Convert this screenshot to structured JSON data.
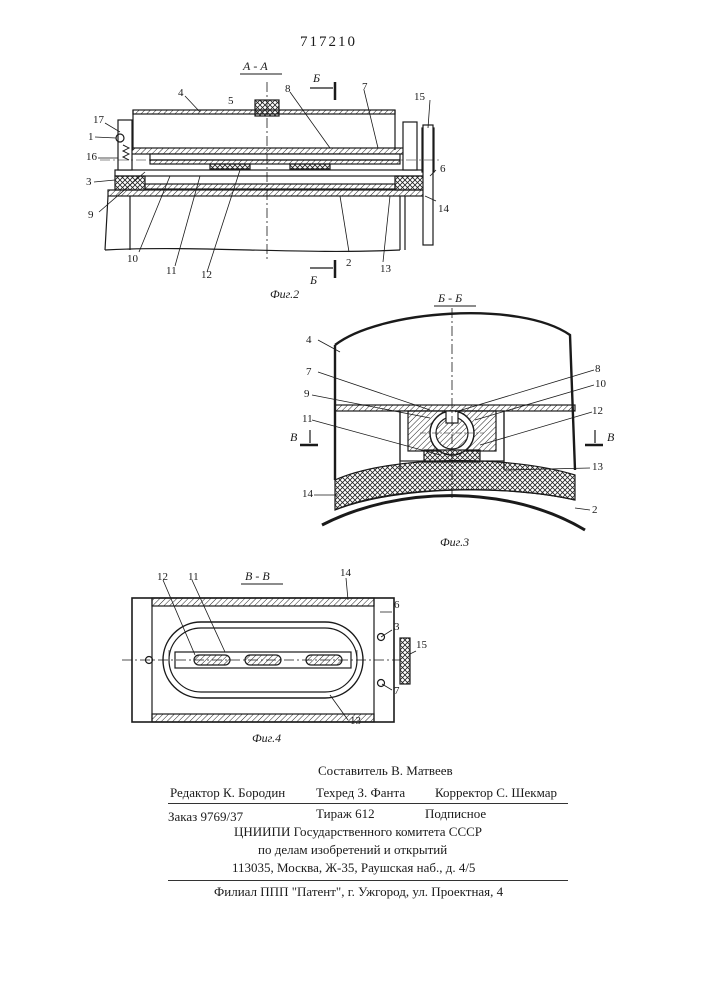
{
  "patent_number": "717210",
  "figures": {
    "fig2": {
      "caption": "Фиг.2",
      "section_label": "А - А",
      "cut_label_top": "Б",
      "cut_label_bottom": "Б",
      "labels": [
        "4",
        "5",
        "8",
        "7",
        "15",
        "17",
        "1",
        "16",
        "3",
        "9",
        "10",
        "11",
        "12",
        "2",
        "13",
        "6",
        "14"
      ]
    },
    "fig3": {
      "caption": "Фиг.3",
      "section_label": "Б - Б",
      "cut_label_left": "В",
      "cut_label_right": "В",
      "labels": [
        "4",
        "8",
        "10",
        "7",
        "9",
        "11",
        "12",
        "13",
        "14",
        "2"
      ]
    },
    "fig4": {
      "caption": "Фиг.4",
      "section_label": "В - В",
      "labels": [
        "12",
        "11",
        "14",
        "6",
        "3",
        "15",
        "7",
        "13"
      ]
    }
  },
  "imprint": {
    "compiler": "Составитель В. Матвеев",
    "editor": "Редактор К. Бородин",
    "techred": "Техред З. Фанта",
    "corrector": "Корректор С. Шекмар",
    "order": "Заказ 9769/37",
    "circulation": "Тираж 612",
    "subscription": "Подписное",
    "org_line1": "ЦНИИПИ Государственного комитета СССР",
    "org_line2": "по делам изобретений и открытий",
    "address": "113035, Москва, Ж-35, Раушская наб., д. 4/5",
    "branch": "Филиал ППП \"Патент\", г. Ужгород, ул. Проектная, 4"
  }
}
